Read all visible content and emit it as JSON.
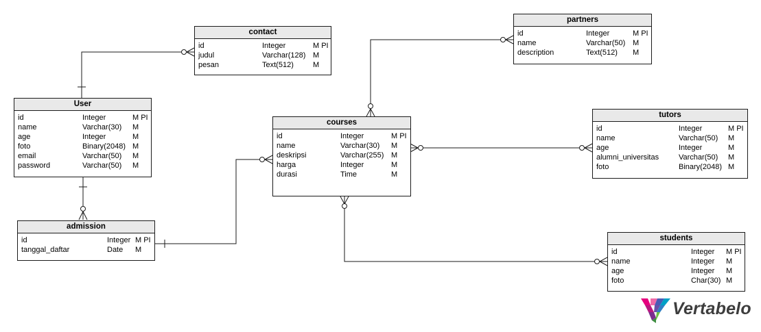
{
  "colors": {
    "line": "#1a1a1a",
    "header_bg": "#e9e9e9",
    "logo_text": "#3d3d3d"
  },
  "tables": {
    "contact": {
      "name": "contact",
      "columns": [
        {
          "name": "id",
          "type": "Integer",
          "flags": "M PI"
        },
        {
          "name": "judul",
          "type": "Varchar(128)",
          "flags": "M"
        },
        {
          "name": "pesan",
          "type": "Text(512)",
          "flags": "M"
        }
      ]
    },
    "partners": {
      "name": "partners",
      "columns": [
        {
          "name": "id",
          "type": "Integer",
          "flags": "M PI"
        },
        {
          "name": "name",
          "type": "Varchar(50)",
          "flags": "M"
        },
        {
          "name": "description",
          "type": "Text(512)",
          "flags": "M"
        }
      ]
    },
    "user": {
      "name": "User",
      "columns": [
        {
          "name": "id",
          "type": "Integer",
          "flags": "M PI"
        },
        {
          "name": "name",
          "type": "Varchar(30)",
          "flags": "M"
        },
        {
          "name": "age",
          "type": "Integer",
          "flags": "M"
        },
        {
          "name": "foto",
          "type": "Binary(2048)",
          "flags": "M"
        },
        {
          "name": "email",
          "type": "Varchar(50)",
          "flags": "M"
        },
        {
          "name": "password",
          "type": "Varchar(50)",
          "flags": "M"
        }
      ]
    },
    "courses": {
      "name": "courses",
      "columns": [
        {
          "name": "id",
          "type": "Integer",
          "flags": "M PI"
        },
        {
          "name": "name",
          "type": "Varchar(30)",
          "flags": "M"
        },
        {
          "name": "deskripsi",
          "type": "Varchar(255)",
          "flags": "M"
        },
        {
          "name": "harga",
          "type": "Integer",
          "flags": "M"
        },
        {
          "name": "durasi",
          "type": "Time",
          "flags": "M"
        }
      ]
    },
    "tutors": {
      "name": "tutors",
      "columns": [
        {
          "name": "id",
          "type": "Integer",
          "flags": "M PI"
        },
        {
          "name": "name",
          "type": "Varchar(50)",
          "flags": "M"
        },
        {
          "name": "age",
          "type": "Integer",
          "flags": "M"
        },
        {
          "name": "alumni_universitas",
          "type": "Varchar(50)",
          "flags": "M"
        },
        {
          "name": "foto",
          "type": "Binary(2048)",
          "flags": "M"
        }
      ]
    },
    "admission": {
      "name": "admission",
      "columns": [
        {
          "name": "id",
          "type": "Integer",
          "flags": "M PI"
        },
        {
          "name": "tanggal_daftar",
          "type": "Date",
          "flags": "M"
        }
      ]
    },
    "students": {
      "name": "students",
      "columns": [
        {
          "name": "id",
          "type": "Integer",
          "flags": "M PI"
        },
        {
          "name": "name",
          "type": "Integer",
          "flags": "M"
        },
        {
          "name": "age",
          "type": "Integer",
          "flags": "M"
        },
        {
          "name": "foto",
          "type": "Char(30)",
          "flags": "M"
        }
      ]
    }
  },
  "relationships": [
    {
      "from": "User",
      "from_card": "one",
      "to": "contact",
      "to_card": "zero-or-many"
    },
    {
      "from": "User",
      "from_card": "one",
      "to": "admission",
      "to_card": "zero-or-many"
    },
    {
      "from": "admission",
      "from_card": "one",
      "to": "courses",
      "to_card": "zero-or-many"
    },
    {
      "from": "courses",
      "from_card": "zero-or-many",
      "to": "partners",
      "to_card": "zero-or-many"
    },
    {
      "from": "courses",
      "from_card": "zero-or-many",
      "to": "tutors",
      "to_card": "zero-or-many"
    },
    {
      "from": "courses",
      "from_card": "zero-or-many",
      "to": "students",
      "to_card": "zero-or-many"
    }
  ],
  "logo": {
    "text": "Vertabelo",
    "colors": [
      "#e6007e",
      "#7b2d8e",
      "#4a5bb5",
      "#00a0c6",
      "#6cbe45"
    ]
  }
}
